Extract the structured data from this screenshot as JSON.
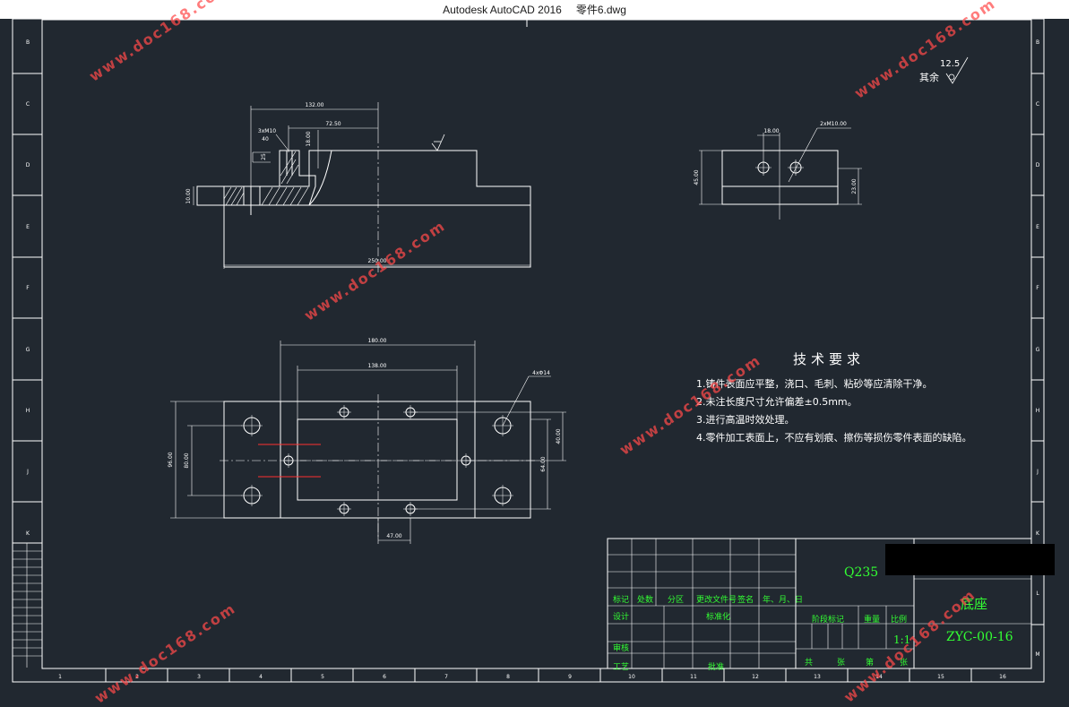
{
  "window": {
    "app": "Autodesk AutoCAD 2016",
    "file": "零件6.dwg"
  },
  "frame": {
    "left_letters": [
      "B",
      "C",
      "D",
      "E",
      "F",
      "G",
      "H",
      "J",
      "K"
    ],
    "right_letters": [
      "B",
      "C",
      "D",
      "E",
      "F",
      "G",
      "H",
      "J",
      "K",
      "L",
      "M"
    ],
    "bottom_numbers": [
      "1",
      "2",
      "3",
      "4",
      "5",
      "6",
      "7",
      "8",
      "9",
      "10",
      "11",
      "12",
      "13",
      "14",
      "15",
      "16"
    ]
  },
  "drawing": {
    "roughness_label": "其余",
    "roughness_value": "12.5",
    "dims": {
      "top_132": "132.00",
      "top_72": "72.50",
      "top_m10": "3xM10",
      "top_1800": "18.00",
      "top_40": "40",
      "top_25": "25",
      "top_1000": "10.00",
      "top_250": "250.00",
      "side_1800": "18.00",
      "side_2xm10": "2xM10.00",
      "side_4500": "45.00",
      "side_2300": "23.00",
      "plan_180": "180.00",
      "plan_138": "138.00",
      "plan_4x14": "4xΦ14",
      "plan_left": "96.00",
      "plan_left2": "80.00",
      "plan_r1": "40.00",
      "plan_r2": "64.00",
      "plan_bottom": "47.00"
    }
  },
  "tech_requirements": {
    "title": "技术要求",
    "items": [
      "1.铸件表面应平整，浇口、毛刺、粘砂等应清除干净。",
      "2.未注长度尺寸允许偏差±0.5mm。",
      "3.进行高温时效处理。",
      "4.零件加工表面上，不应有划痕、擦伤等损伤零件表面的缺陷。"
    ]
  },
  "title_block": {
    "material": "Q235",
    "part_name": "底座",
    "drawing_no": "ZYC-00-16",
    "scale": "1:1",
    "headers": [
      "标记",
      "处数",
      "分区",
      "更改文件号",
      "签名",
      "年、月、日"
    ],
    "design": "设计",
    "standardize": "标准化",
    "review": "审核",
    "process": "工艺",
    "approve": "批准",
    "stage": "阶段标记",
    "weight": "重量",
    "ratio": "比例",
    "sheets": [
      "共",
      "张",
      "第",
      "张"
    ]
  },
  "watermark_text": "www.doc168.com",
  "colors": {
    "background": "#212830",
    "lines": "#ffffff",
    "title_block_text": "#33ff33",
    "centerline_red": "#ff3030",
    "watermark": "#ff4a4a"
  }
}
